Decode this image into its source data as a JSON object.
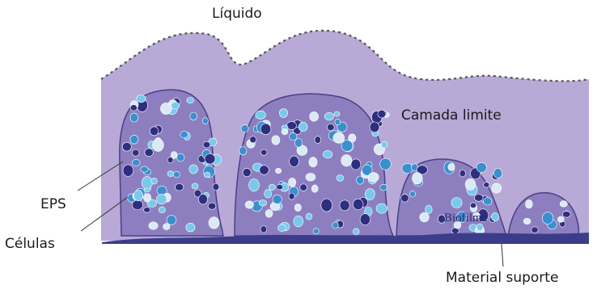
{
  "labels": {
    "liquid": "Líquido",
    "boundary_layer": "Camada limite",
    "eps": "EPS",
    "cells": "Células",
    "biofilm": "Biofilme",
    "support_material": "Material suporte"
  },
  "colors": {
    "liquid_fill": "#b8a9d6",
    "biofilm_fill": "#8d7fbf",
    "biofilm_outline": "#4a3f86",
    "substrate": "#3b3d8a",
    "cell_dark": "#2e2f80",
    "cell_light": "#79c9ec",
    "cell_pale": "#dbe8f6",
    "cell_blue": "#3a8fcf"
  }
}
